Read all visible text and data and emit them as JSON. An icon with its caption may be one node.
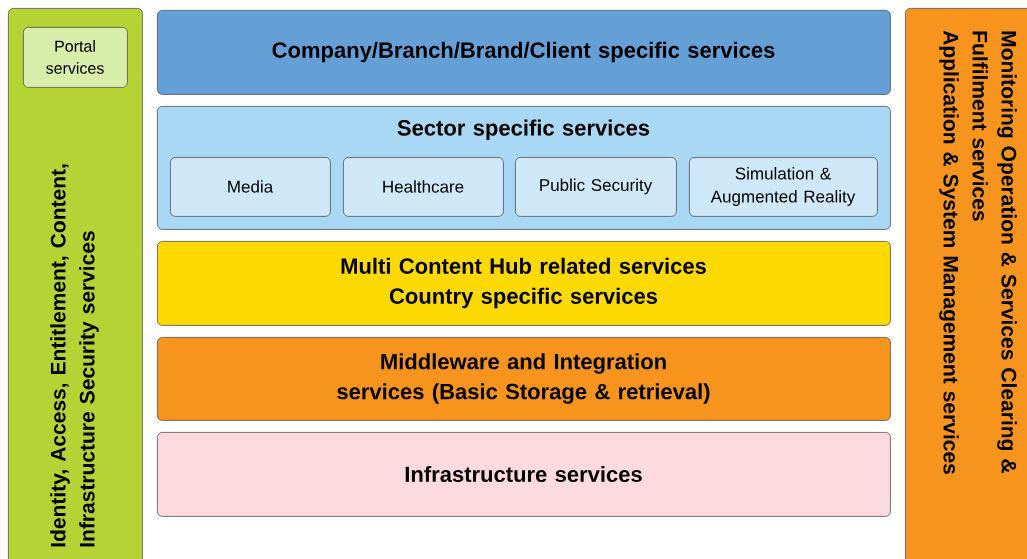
{
  "diagram": {
    "nodes": [
      {
        "text": [
          "Identity, Access, Entitlement, Content, Infrastructure Security services"
        ]
      },
      {
        "text": [
          "Portal services"
        ],
        "in": 0
      },
      {
        "text": [
          "Company/Branch/Brand/Client specific services"
        ]
      },
      {
        "text": [
          "Sector specific services"
        ]
      },
      {
        "text": [
          "Media"
        ],
        "in": 3
      },
      {
        "text": [
          "Healthcare"
        ],
        "in": 3
      },
      {
        "text": [
          "Public Security"
        ],
        "in": 3
      },
      {
        "text": [
          "Simulation & Augmented Reality"
        ],
        "in": 3
      },
      {
        "text": [
          "Multi Content Hub related services",
          "Country specific services"
        ]
      },
      {
        "text": [
          "Middleware and Integration services (Basic Storage & retrieval)"
        ]
      },
      {
        "text": [
          "Infrastructure services"
        ]
      },
      {
        "text": [
          "Monitoring Operation & Services Clearing & Fulfilment services",
          "Application & System Management services"
        ]
      }
    ]
  }
}
